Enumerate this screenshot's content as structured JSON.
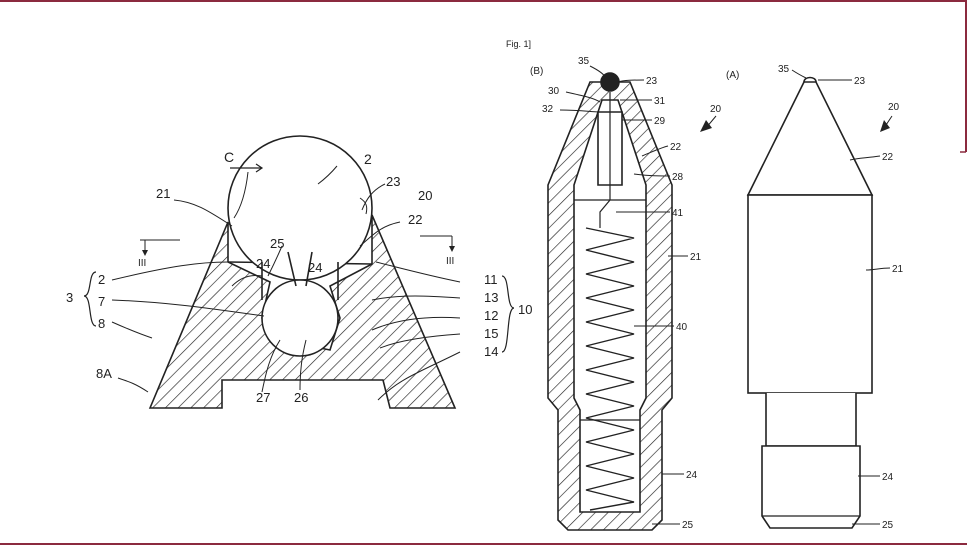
{
  "figure_caption": "Fig. 1]",
  "views": {
    "left": {
      "labels": {
        "c": "C",
        "l2_top": "2",
        "l21": "21",
        "l23": "23",
        "l20": "20",
        "l22": "22",
        "sec_left": "III",
        "sec_right": "III",
        "l25": "25",
        "l24a": "24",
        "l24b": "24",
        "l2": "2",
        "l3": "3",
        "l7": "7",
        "l8": "8",
        "l8a": "8A",
        "l27": "27",
        "l26": "26",
        "l11": "11",
        "l13": "13",
        "l12": "12",
        "l10": "10",
        "l15": "15",
        "l14": "14"
      }
    },
    "b": {
      "title": "(B)",
      "labels": {
        "l35": "35",
        "l23": "23",
        "l30": "30",
        "l31": "31",
        "l32": "32",
        "l29": "29",
        "l20": "20",
        "l22": "22",
        "l28": "28",
        "l41": "41",
        "l21": "21",
        "l40": "40",
        "l24": "24",
        "l25": "25"
      }
    },
    "a": {
      "title": "(A)",
      "labels": {
        "l35": "35",
        "l23": "23",
        "l20": "20",
        "l22": "22",
        "l21": "21",
        "l24": "24",
        "l25": "25"
      }
    }
  },
  "colors": {
    "frame": "#8b2a3f",
    "ink": "#222222",
    "background": "#ffffff"
  }
}
